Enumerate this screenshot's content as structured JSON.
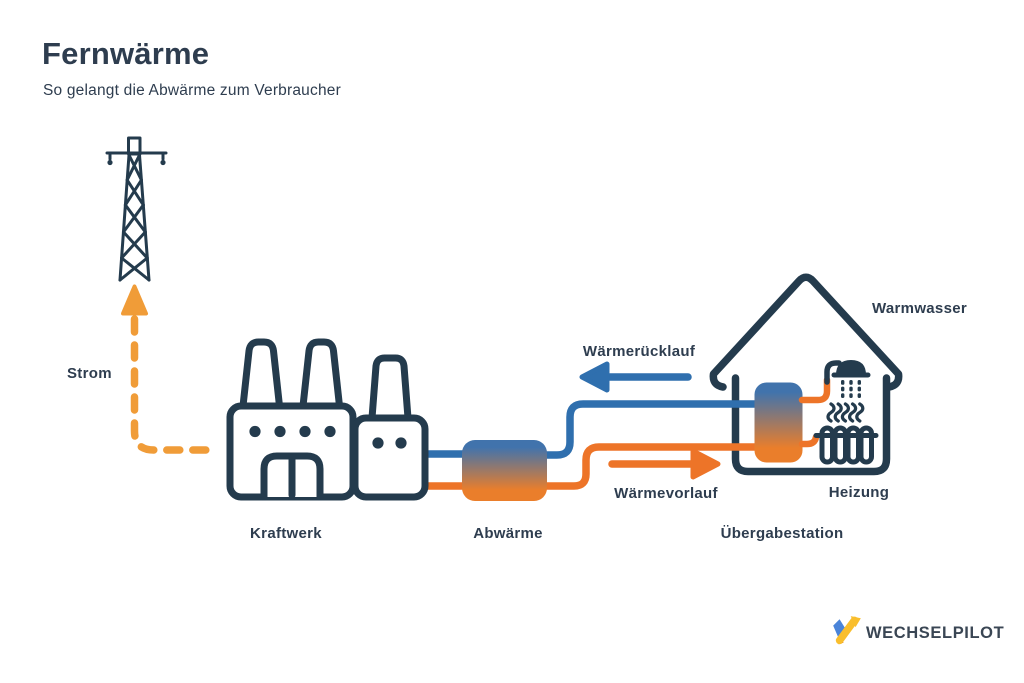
{
  "header": {
    "title": "Fernwärme",
    "subtitle": "So gelangt die Abwärme zum Verbraucher"
  },
  "flow": {
    "strom_label": "Strom",
    "kraftwerk_label": "Kraftwerk",
    "abwaerme_label": "Abwärme",
    "ruecklauf_label": "Wärmerücklauf",
    "vorlauf_label": "Wärmevorlauf",
    "uebergabestation_label": "Übergabestation",
    "warmwasser_label": "Warmwasser",
    "heizung_label": "Heizung"
  },
  "icons": {
    "pylon": "power-pylon-icon",
    "factory": "factory-icon",
    "heat_exchanger": "heat-exchanger-icon",
    "house": "house-icon",
    "transfer_station": "transfer-station-icon",
    "shower": "shower-icon",
    "radiator": "radiator-icon",
    "logo_mark": "wechselpilot-check-icon"
  },
  "logo": {
    "text": "WECHSELPILOT"
  },
  "colors": {
    "navy": "#243B4D",
    "text": "#2E3D4F",
    "blue": "#2F6FAE",
    "orange": "#ED7428",
    "gold": "#F09C38",
    "gradient_top": "#4173AC",
    "gradient_bottom": "#EA7E2B",
    "logo_blue": "#4A84D9",
    "logo_yellow": "#F9BE2D",
    "logo_orange": "#DE6E20",
    "logo_text": "#3A4654",
    "background": "#FFFFFF"
  }
}
